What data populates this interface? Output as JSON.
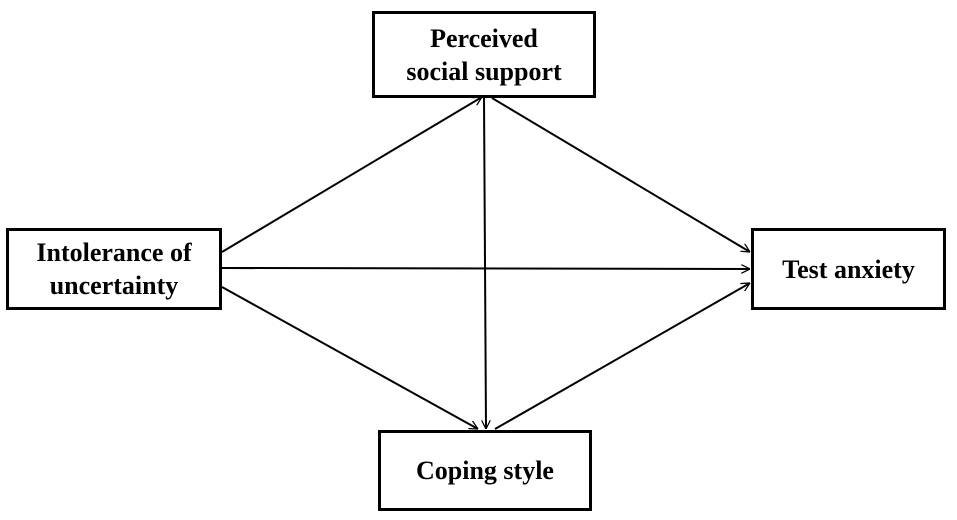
{
  "nodes": {
    "perceived_social_support": {
      "line1": "Perceived",
      "line2": "social support"
    },
    "intolerance_of_uncertainty": {
      "line1": "Intolerance of",
      "line2": "uncertainty"
    },
    "test_anxiety": {
      "label": "Test anxiety"
    },
    "coping_style": {
      "label": "Coping style"
    }
  },
  "edges": [
    {
      "from": "intolerance_of_uncertainty",
      "to": "perceived_social_support"
    },
    {
      "from": "intolerance_of_uncertainty",
      "to": "test_anxiety"
    },
    {
      "from": "intolerance_of_uncertainty",
      "to": "coping_style"
    },
    {
      "from": "perceived_social_support",
      "to": "test_anxiety"
    },
    {
      "from": "perceived_social_support",
      "to": "coping_style"
    },
    {
      "from": "coping_style",
      "to": "test_anxiety"
    }
  ],
  "colors": {
    "stroke": "#000000",
    "background": "#ffffff"
  }
}
